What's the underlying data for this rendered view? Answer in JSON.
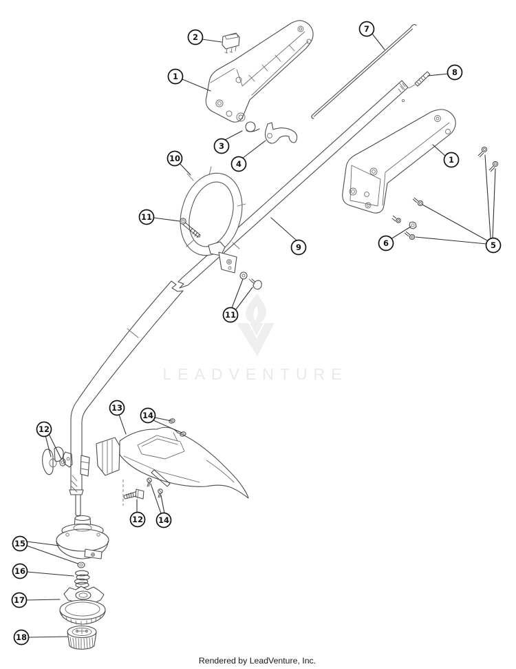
{
  "page": {
    "background": "#ffffff",
    "footer_text": "Rendered by LeadVenture, Inc."
  },
  "watermark": {
    "text": "LEADVENTURE",
    "text_color": "#e9e9e9",
    "logo_color": "#efefef"
  },
  "colors": {
    "line": "#4a4a4a",
    "leader": "#2f2f2f",
    "callout_stroke": "#111111"
  },
  "callouts": [
    {
      "label": "2"
    },
    {
      "label": "7"
    },
    {
      "label": "8"
    },
    {
      "label": "1"
    },
    {
      "label": "3"
    },
    {
      "label": "4"
    },
    {
      "label": "10"
    },
    {
      "label": "1"
    },
    {
      "label": "11"
    },
    {
      "label": "9"
    },
    {
      "label": "6"
    },
    {
      "label": "5"
    },
    {
      "label": "11"
    },
    {
      "label": "13"
    },
    {
      "label": "14"
    },
    {
      "label": "12"
    },
    {
      "label": "12"
    },
    {
      "label": "14"
    },
    {
      "label": "15"
    },
    {
      "label": "16"
    },
    {
      "label": "17"
    },
    {
      "label": "18"
    }
  ]
}
